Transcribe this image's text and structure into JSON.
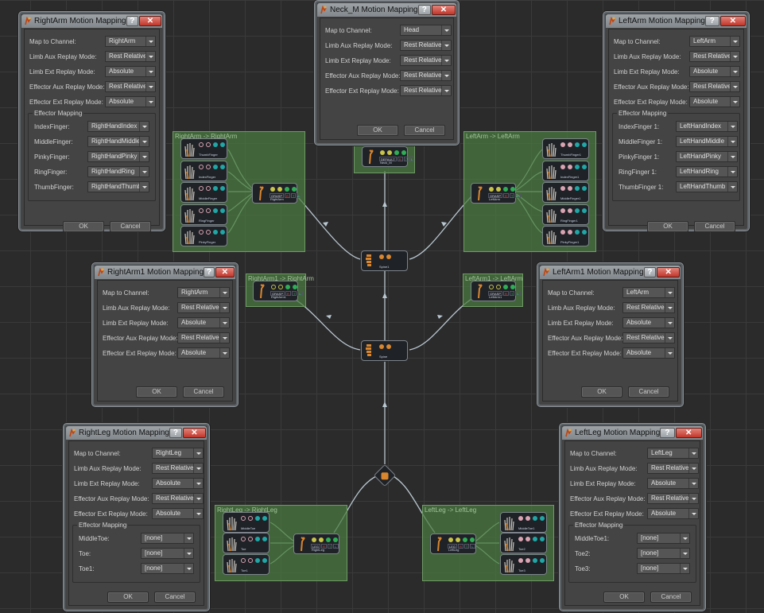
{
  "dialogs": {
    "rightArm": {
      "title": "RightArm Motion Mapping",
      "rows": [
        {
          "label": "Map to Channel:",
          "value": "RightArm"
        },
        {
          "label": "Limb Aux Replay Mode:",
          "value": "Rest Relative"
        },
        {
          "label": "Limb Ext Replay Mode:",
          "value": "Absolute"
        },
        {
          "label": "Effector Aux Replay Mode:",
          "value": "Rest Relative"
        },
        {
          "label": "Effector Ext Replay Mode:",
          "value": "Absolute"
        }
      ],
      "effector_title": "Effector Mapping",
      "effectors": [
        {
          "label": "IndexFinger:",
          "value": "RightHandIndex"
        },
        {
          "label": "MiddleFinger:",
          "value": "RightHandMiddle"
        },
        {
          "label": "PinkyFinger:",
          "value": "RightHandPinky"
        },
        {
          "label": "RingFinger:",
          "value": "RightHandRing"
        },
        {
          "label": "ThumbFinger:",
          "value": "RightHandThumb"
        }
      ],
      "ok": "OK",
      "cancel": "Cancel"
    },
    "neck": {
      "title": "Neck_M Motion Mapping",
      "rows": [
        {
          "label": "Map to Channel:",
          "value": "Head"
        },
        {
          "label": "Limb Aux Replay Mode:",
          "value": "Rest Relative"
        },
        {
          "label": "Limb Ext Replay Mode:",
          "value": "Rest Relative"
        },
        {
          "label": "Effector Aux Replay Mode:",
          "value": "Rest Relative"
        },
        {
          "label": "Effector Ext Replay Mode:",
          "value": "Rest Relative"
        }
      ],
      "ok": "OK",
      "cancel": "Cancel"
    },
    "leftArm": {
      "title": "LeftArm Motion Mapping",
      "rows": [
        {
          "label": "Map to Channel:",
          "value": "LeftArm"
        },
        {
          "label": "Limb Aux Replay Mode:",
          "value": "Rest Relative"
        },
        {
          "label": "Limb Ext Replay Mode:",
          "value": "Absolute"
        },
        {
          "label": "Effector Aux Replay Mode:",
          "value": "Rest Relative"
        },
        {
          "label": "Effector Ext Replay Mode:",
          "value": "Absolute"
        }
      ],
      "effector_title": "Effector Mapping",
      "effectors": [
        {
          "label": "IndexFinger 1:",
          "value": "LeftHandIndex"
        },
        {
          "label": "MiddleFinger 1:",
          "value": "LeftHandMiddle"
        },
        {
          "label": "PinkyFinger 1:",
          "value": "LeftHandPinky"
        },
        {
          "label": "RingFinger 1:",
          "value": "LeftHandRing"
        },
        {
          "label": "ThumbFinger 1:",
          "value": "LeftHandThumb"
        }
      ],
      "ok": "OK",
      "cancel": "Cancel"
    },
    "rightArm1": {
      "title": "RightArm1 Motion Mapping",
      "rows": [
        {
          "label": "Map to Channel:",
          "value": "RightArm"
        },
        {
          "label": "Limb Aux Replay Mode:",
          "value": "Rest Relative"
        },
        {
          "label": "Limb Ext Replay Mode:",
          "value": "Absolute"
        },
        {
          "label": "Effector Aux Replay Mode:",
          "value": "Rest Relative"
        },
        {
          "label": "Effector Ext Replay Mode:",
          "value": "Absolute"
        }
      ],
      "ok": "OK",
      "cancel": "Cancel"
    },
    "leftArm1": {
      "title": "LeftArm1 Motion Mapping",
      "rows": [
        {
          "label": "Map to Channel:",
          "value": "LeftArm"
        },
        {
          "label": "Limb Aux Replay Mode:",
          "value": "Rest Relative"
        },
        {
          "label": "Limb Ext Replay Mode:",
          "value": "Absolute"
        },
        {
          "label": "Effector Aux Replay Mode:",
          "value": "Rest Relative"
        },
        {
          "label": "Effector Ext Replay Mode:",
          "value": "Absolute"
        }
      ],
      "ok": "OK",
      "cancel": "Cancel"
    },
    "rightLeg": {
      "title": "RightLeg Motion Mapping",
      "rows": [
        {
          "label": "Map to Channel:",
          "value": "RightLeg"
        },
        {
          "label": "Limb Aux Replay Mode:",
          "value": "Rest Relative"
        },
        {
          "label": "Limb Ext Replay Mode:",
          "value": "Absolute"
        },
        {
          "label": "Effector Aux Replay Mode:",
          "value": "Rest Relative"
        },
        {
          "label": "Effector Ext Replay Mode:",
          "value": "Absolute"
        }
      ],
      "effector_title": "Effector Mapping",
      "effectors": [
        {
          "label": "MiddleToe:",
          "value": "[none]"
        },
        {
          "label": "Toe:",
          "value": "[none]"
        },
        {
          "label": "Toe1:",
          "value": "[none]"
        }
      ],
      "ok": "OK",
      "cancel": "Cancel"
    },
    "leftLeg": {
      "title": "LeftLeg Motion Mapping",
      "rows": [
        {
          "label": "Map to Channel:",
          "value": "LeftLeg"
        },
        {
          "label": "Limb Aux Replay Mode:",
          "value": "Rest Relative"
        },
        {
          "label": "Limb Ext Replay Mode:",
          "value": "Absolute"
        },
        {
          "label": "Effector Aux Replay Mode:",
          "value": "Rest Relative"
        },
        {
          "label": "Effector Ext Replay Mode:",
          "value": "Absolute"
        }
      ],
      "effector_title": "Effector Mapping",
      "effectors": [
        {
          "label": "MiddleToe1:",
          "value": "[none]"
        },
        {
          "label": "Toe2:",
          "value": "[none]"
        },
        {
          "label": "Toe3:",
          "value": "[none]"
        }
      ],
      "ok": "OK",
      "cancel": "Cancel"
    }
  },
  "groups": {
    "rightArm": "RightArm -> RightArm",
    "leftArm": "LeftArm -> LeftArm",
    "rightArm1": "RightArm1 -> RightArm",
    "leftArm1": "LeftArm1 -> LeftArm",
    "rightLeg": "RightLeg -> RightLeg",
    "leftLeg": "LeftLeg -> LeftLeg"
  },
  "nodes": {
    "neck": "Neck_M",
    "rightArm": "RightArm",
    "leftArm": "LeftArm",
    "rightArm1": "RightArm1",
    "leftArm1": "LeftArm1",
    "spine1": "Spine1",
    "spine": "Spine",
    "rightLeg": "RightLeg",
    "leftLeg": "LeftLeg",
    "rightFingers": [
      "ThumbFinger",
      "IndexFinger",
      "MiddleFinger",
      "RingFinger",
      "PinkyFinger"
    ],
    "leftFingers": [
      "ThumbFinger1",
      "IndexFinger1",
      "MiddleFinger1",
      "RingFinger1",
      "PinkyFinger1"
    ],
    "rightToes": [
      "MiddleToe",
      "Toe",
      "Toe1"
    ],
    "leftToes": [
      "MiddleToe1",
      "Toe2",
      "Toe3"
    ],
    "badges": {
      "arm": "GRASP",
      "neck": "DEFAULT",
      "leg": "LEG"
    }
  },
  "colors": {
    "group": "#4a7a40",
    "wire": "#b9c7d1",
    "dot_yellow": "#c9c44a",
    "dot_green": "#2fae55",
    "dot_teal": "#1fa7a7",
    "dot_pink": "#d9a3b2",
    "dot_orange": "#d9862e"
  }
}
